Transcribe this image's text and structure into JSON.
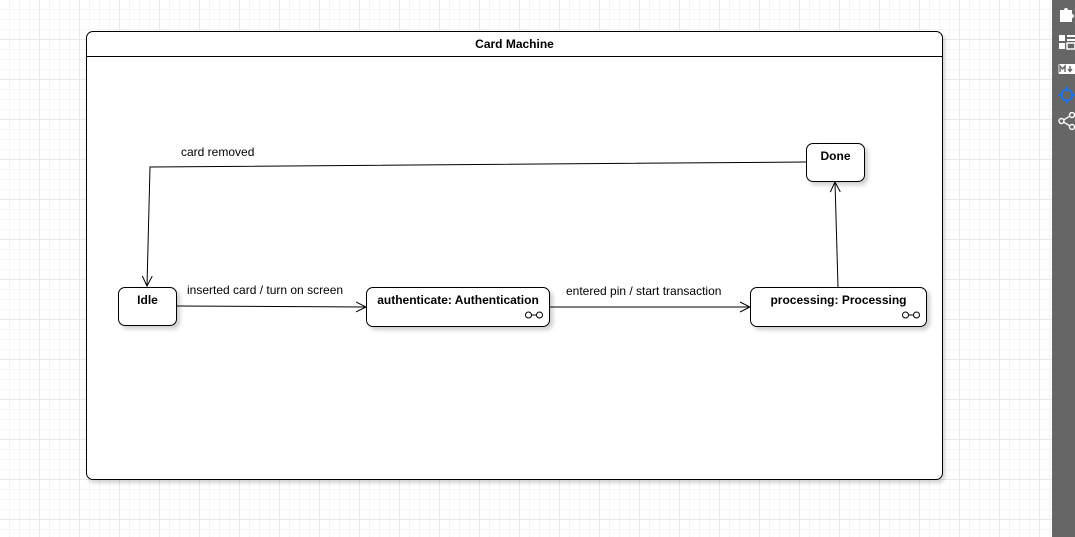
{
  "diagram": {
    "frame_title": "Card Machine",
    "states": {
      "idle": "Idle",
      "done": "Done",
      "authenticate": "authenticate: Authentication",
      "processing": "processing: Processing"
    },
    "transitions": {
      "card_removed": "card removed",
      "inserted_card": "inserted card / turn on screen",
      "entered_pin": "entered pin / start transaction"
    }
  },
  "toolbar": {
    "tools": [
      "puzzle-icon",
      "layout-icon",
      "markdown-icon",
      "crosshair-icon",
      "share-icon"
    ],
    "active_color": "#1a73e8"
  }
}
